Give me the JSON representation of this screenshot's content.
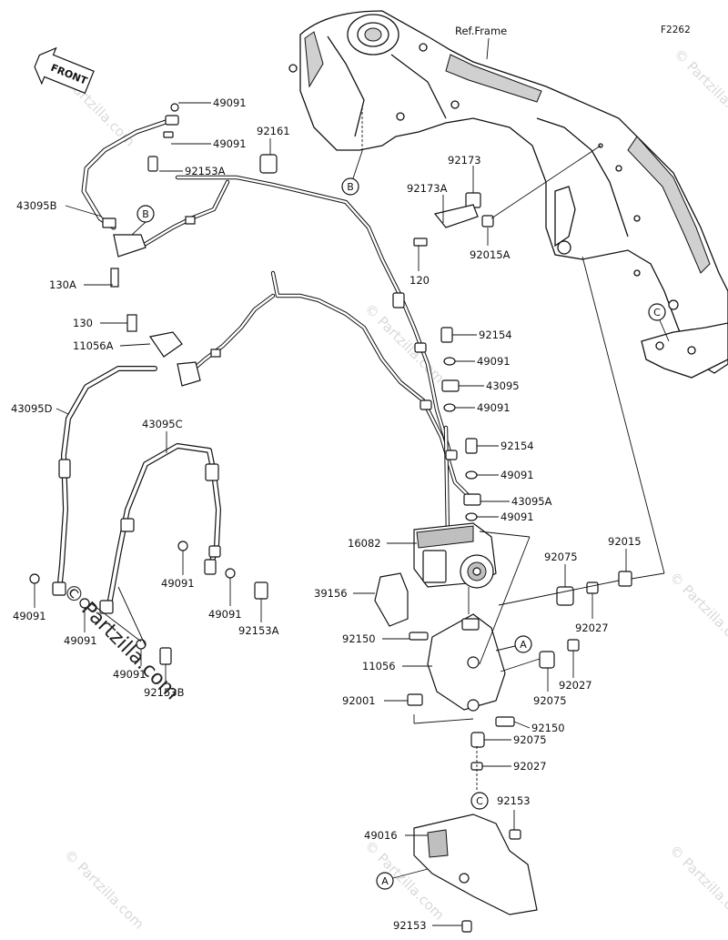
{
  "figure_number": "F2262",
  "reference_label": "Ref.Frame",
  "direction_badge": "FRONT",
  "watermark": "Partzilla.com",
  "callouts": [
    {
      "id": "B",
      "label": "B"
    },
    {
      "id": "C",
      "label": "C"
    },
    {
      "id": "A",
      "label": "A"
    }
  ],
  "parts": {
    "p49091_a": "49091",
    "p49091_b": "49091",
    "p92153a_top": "92153A",
    "p43095b": "43095B",
    "p130a": "130A",
    "p92161": "92161",
    "p92173": "92173",
    "p92173a": "92173A",
    "p92015a": "92015A",
    "p120": "120",
    "p130": "130",
    "p11056a": "11056A",
    "p43095d": "43095D",
    "p43095c": "43095C",
    "p92154_a": "92154",
    "p49091_c": "49091",
    "p43095": "43095",
    "p49091_d": "49091",
    "p92154_b": "92154",
    "p49091_e": "49091",
    "p43095a": "43095A",
    "p49091_f": "49091",
    "p16082": "16082",
    "p39156": "39156",
    "p92150_a": "92150",
    "p11056": "11056",
    "p92001": "92001",
    "p92150_b": "92150",
    "p92075_a": "92075",
    "p92015": "92015",
    "p92027_a": "92027",
    "p92075_b": "92075",
    "p92027_b": "92027",
    "p92075_c": "92075",
    "p92027_c": "92027",
    "p92153_a": "92153",
    "p49016": "49016",
    "p92153_b": "92153",
    "p49091_g": "49091",
    "p49091_h": "49091",
    "p49091_i": "49091",
    "p49091_j": "49091",
    "p92153a_mid": "92153A",
    "p49091_k": "49091",
    "p92153b": "92153B"
  }
}
